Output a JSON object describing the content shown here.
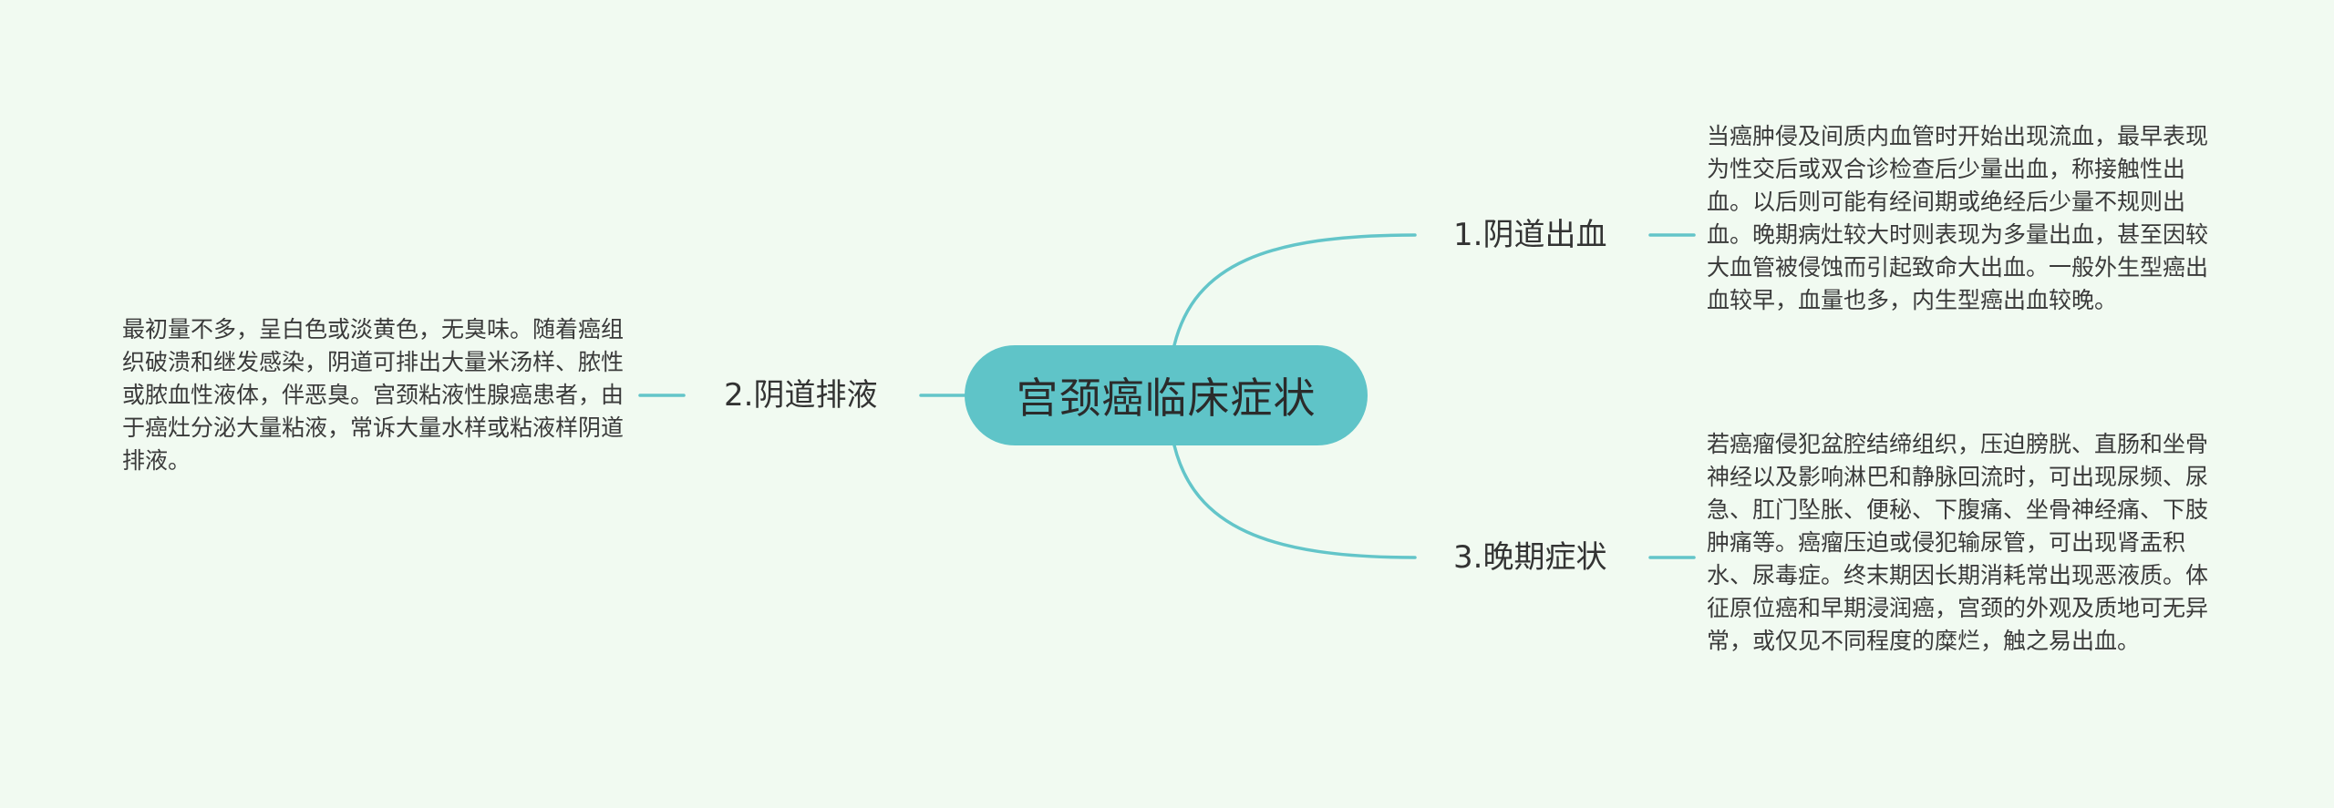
{
  "title": "宫颈癌临床症状",
  "branches": [
    {
      "label": "1.阴道出血",
      "text": "当癌肿侵及间质内血管时开始出现流血，最早表现为性交后或双合诊检查后少量出血，称接触性出血。以后则可能有经间期或绝经后少量不规则出血。晚期病灶较大时则表现为多量出血，甚至因较大血管被侵蚀而引起致命大出血。一般外生型癌出血较早，血量也多，内生型癌出血较晚。"
    },
    {
      "label": "2.阴道排液",
      "text": "最初量不多，呈白色或淡黄色，无臭味。随着癌组织破溃和继发感染，阴道可排出大量米汤样、脓性或脓血性液体，伴恶臭。宫颈粘液性腺癌患者，由于癌灶分泌大量粘液，常诉大量水样或粘液样阴道排液。"
    },
    {
      "label": "3.晚期症状",
      "text": "若癌瘤侵犯盆腔结缔组织，压迫膀胱、直肠和坐骨神经以及影响淋巴和静脉回流时，可出现尿频、尿急、肛门坠胀、便秘、下腹痛、坐骨神经痛、下肢肿痛等。癌瘤压迫或侵犯输尿管，可出现肾盂积水、尿毒症。终末期因长期消耗常出现恶液质。体征原位癌和早期浸润癌，宫颈的外观及质地可无异常，或仅见不同程度的糜烂，触之易出血。"
    }
  ],
  "colors": {
    "background": "#f1faf1",
    "root_fill": "#5fc4c8",
    "connector": "#63c5c9"
  }
}
